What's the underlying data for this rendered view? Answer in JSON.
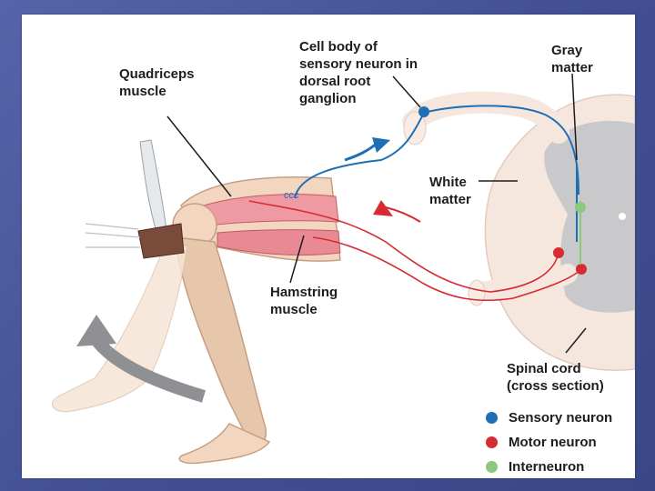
{
  "labels": {
    "quadriceps": "Quadriceps\nmuscle",
    "cell_body": "Cell body of\nsensory neuron in\ndorsal root\nganglion",
    "gray_matter": "Gray\nmatter",
    "white_matter": "White\nmatter",
    "hamstring": "Hamstring\nmuscle",
    "spinal_cord": "Spinal cord\n(cross section)"
  },
  "legend": [
    {
      "label": "Sensory neuron",
      "color": "#1f6fb5"
    },
    {
      "label": "Motor neuron",
      "color": "#d62b33"
    },
    {
      "label": "Interneuron",
      "color": "#8cc97a"
    }
  ],
  "colors": {
    "sensory": "#1f6fb5",
    "motor": "#d62b33",
    "interneuron": "#8cc97a",
    "arrow_gray": "#8e9094",
    "skin": "#f2d6bf"
  }
}
